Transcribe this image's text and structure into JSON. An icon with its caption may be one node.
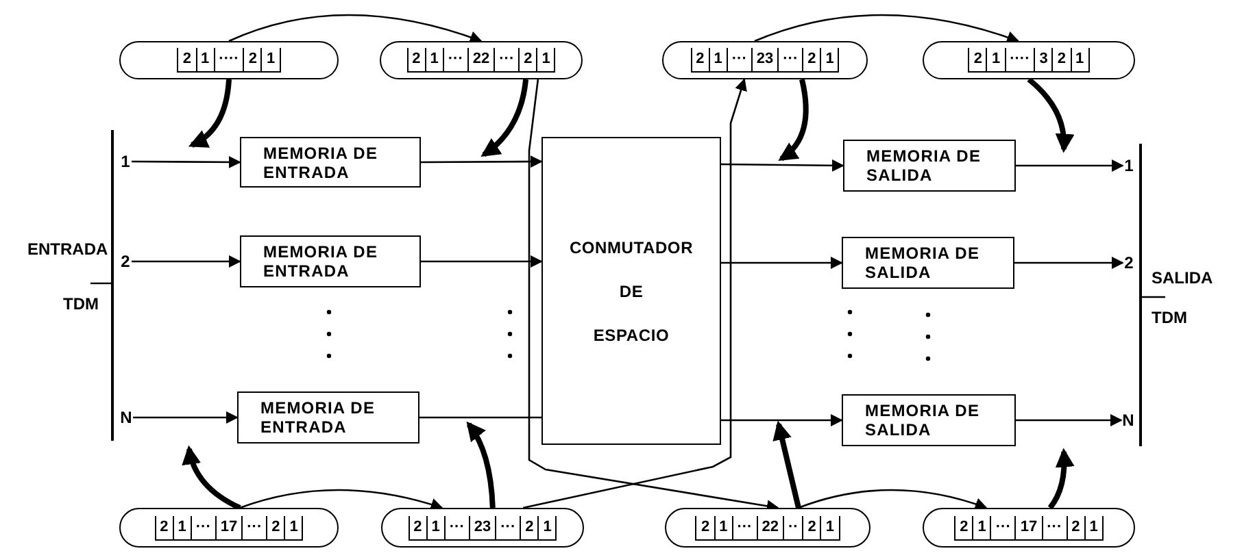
{
  "diagram": {
    "nodes": [
      {
        "text": [
          "2",
          "1",
          "····",
          "2",
          "1"
        ]
      },
      {
        "text": [
          "2",
          "1",
          "···",
          "22",
          "···",
          "2",
          "1"
        ]
      },
      {
        "text": [
          "2",
          "1",
          "···",
          "23",
          "···",
          "2",
          "1"
        ]
      },
      {
        "text": [
          "2",
          "1",
          "····",
          "3",
          "2",
          "1"
        ]
      },
      {
        "text": [
          "2",
          "1",
          "···",
          "17",
          "···",
          "2",
          "1"
        ]
      },
      {
        "text": [
          "2",
          "1",
          "···",
          "23",
          "···",
          "2",
          "1"
        ]
      },
      {
        "text": [
          "2",
          "1",
          "···",
          "22",
          "··",
          "2",
          "1"
        ]
      },
      {
        "text": [
          "2",
          "1",
          "···",
          "17",
          "···",
          "2",
          "1"
        ]
      },
      {
        "text": [
          "MEMORIA DE ENTRADA"
        ]
      },
      {
        "text": [
          "MEMORIA DE ENTRADA"
        ]
      },
      {
        "text": [
          "MEMORIA DE ENTRADA"
        ]
      },
      {
        "text": [
          "CONMUTADOR",
          "DE",
          "ESPACIO"
        ]
      },
      {
        "text": [
          "MEMORIA DE SALIDA"
        ]
      },
      {
        "text": [
          "MEMORIA DE SALIDA"
        ]
      },
      {
        "text": [
          "MEMORIA DE SALIDA"
        ]
      },
      {
        "text": [
          "1"
        ]
      },
      {
        "text": [
          "2"
        ]
      },
      {
        "text": [
          "N"
        ]
      },
      {
        "text": [
          "1"
        ]
      },
      {
        "text": [
          "2"
        ]
      },
      {
        "text": [
          "N"
        ]
      }
    ],
    "edges": [
      {
        "from": 15,
        "to": 8,
        "arrow": "to"
      },
      {
        "from": 16,
        "to": 9,
        "arrow": "to"
      },
      {
        "from": 17,
        "to": 10,
        "arrow": "to"
      },
      {
        "from": 8,
        "to": 11,
        "arrow": "to"
      },
      {
        "from": 9,
        "to": 11,
        "arrow": "to"
      },
      {
        "from": 10,
        "to": 11,
        "arrow": "none"
      },
      {
        "from": 11,
        "to": 12,
        "arrow": "to"
      },
      {
        "from": 11,
        "to": 13,
        "arrow": "to"
      },
      {
        "from": 11,
        "to": 14,
        "arrow": "to"
      },
      {
        "from": 12,
        "to": 18,
        "arrow": "to"
      },
      {
        "from": 13,
        "to": 19,
        "arrow": "to"
      },
      {
        "from": 14,
        "to": 20,
        "arrow": "to"
      },
      {
        "from": 0,
        "to": 1,
        "arrow": "to"
      },
      {
        "from": 0,
        "to": null,
        "arrow": "to",
        "style": "thick"
      },
      {
        "from": 1,
        "to": null,
        "arrow": "to",
        "style": "thick"
      },
      {
        "from": 1,
        "to": 6,
        "arrow": "to"
      },
      {
        "from": 2,
        "to": 3,
        "arrow": "to"
      },
      {
        "from": 2,
        "to": null,
        "arrow": "to",
        "style": "thick"
      },
      {
        "from": 3,
        "to": null,
        "arrow": "to",
        "style": "thick"
      },
      {
        "from": 4,
        "to": null,
        "arrow": "to",
        "style": "thick"
      },
      {
        "from": 4,
        "to": 5,
        "arrow": "to"
      },
      {
        "from": 5,
        "to": null,
        "arrow": "to",
        "style": "thick"
      },
      {
        "from": 5,
        "to": 2,
        "arrow": "to"
      },
      {
        "from": 6,
        "to": null,
        "arrow": "to",
        "style": "thick"
      },
      {
        "from": 6,
        "to": 7,
        "arrow": "to"
      },
      {
        "from": 7,
        "to": null,
        "arrow": "to",
        "style": "thick"
      }
    ],
    "labels": [
      "ENTRADA",
      "TDM",
      "SALIDA",
      "TDM"
    ]
  }
}
